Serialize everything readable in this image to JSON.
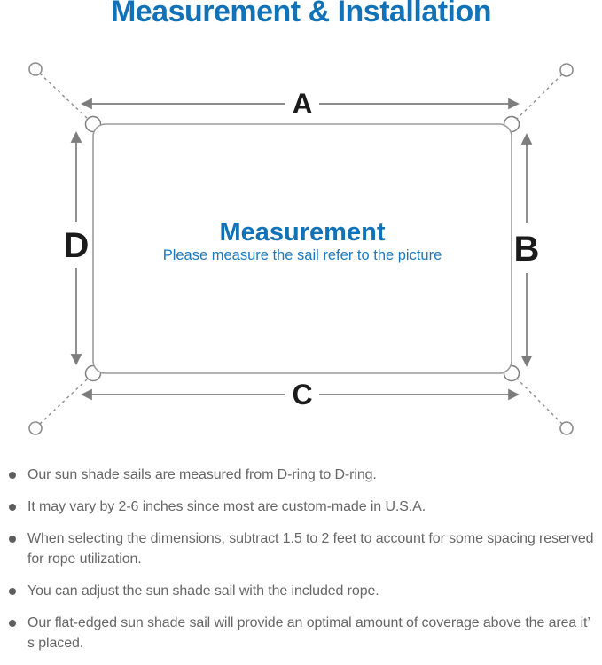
{
  "header": {
    "title": "Measurement & Installation"
  },
  "diagram": {
    "labels": {
      "a": "A",
      "b": "B",
      "c": "C",
      "d": "D"
    },
    "center_title": "Measurement",
    "center_subtitle": "Please measure the sail refer to the picture"
  },
  "notes": {
    "items": [
      "Our sun shade sails are measured from D-ring to D-ring.",
      "It may vary by 2-6 inches since most are custom-made in U.S.A.",
      "When selecting the dimensions, subtract 1.5 to 2 feet to account for some spacing reserved for rope utilization.",
      "You can adjust the sun shade sail with the included rope.",
      "Our flat-edged sun shade sail will provide an optimal amount of coverage above the area it’ s placed."
    ]
  },
  "colors": {
    "accent": "#1272b8",
    "accent-light": "#1c7ac0",
    "line": "#8c8c8c",
    "label": "#1b1b1b",
    "text": "#676767"
  }
}
